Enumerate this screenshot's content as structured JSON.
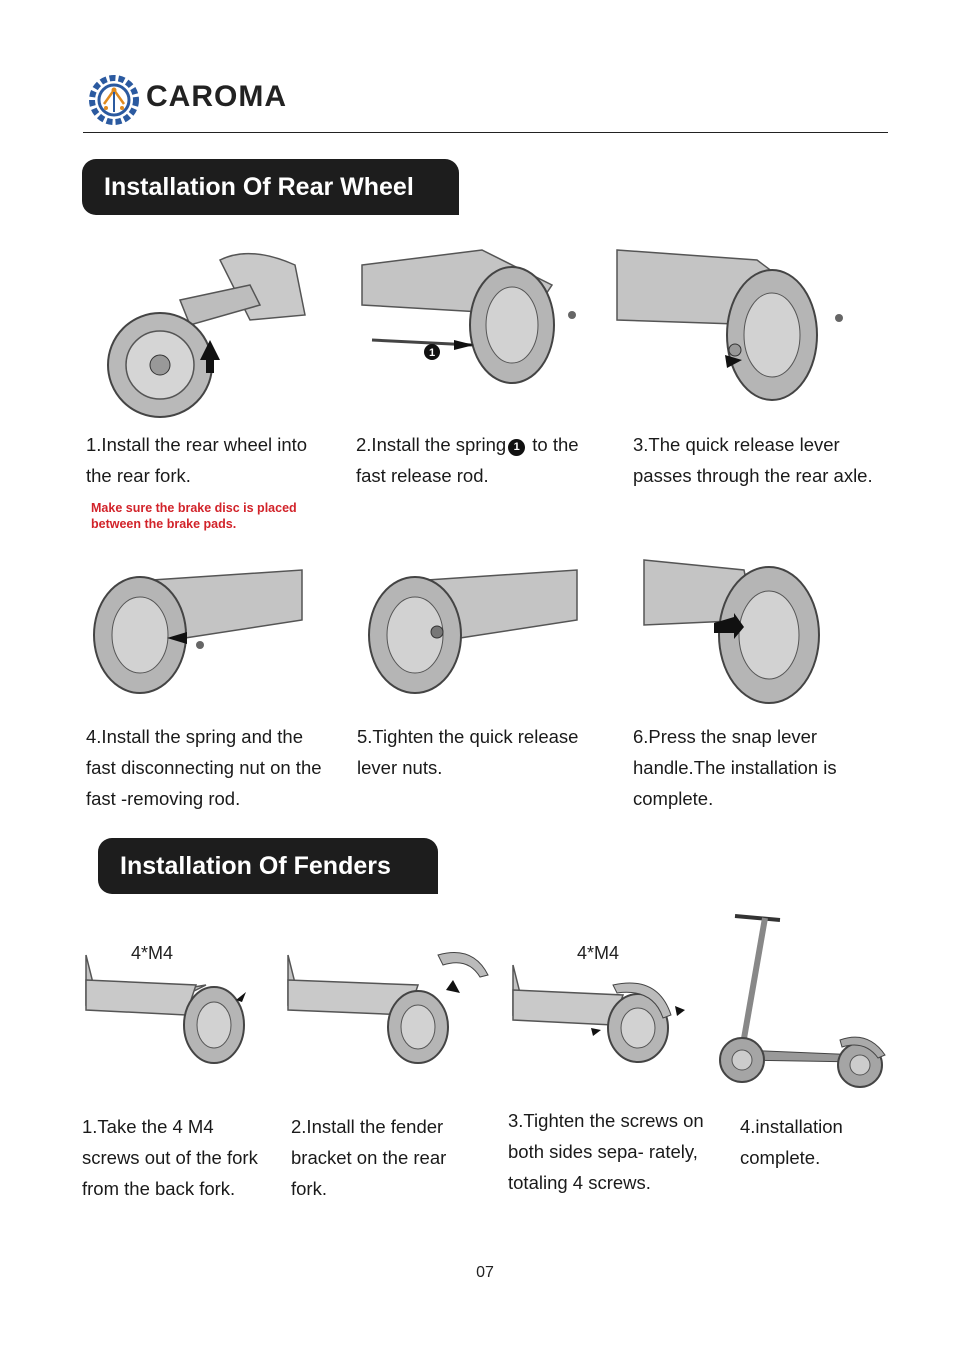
{
  "header": {
    "brand": "CAROMA",
    "logo_icon": "gear-circuit-logo-icon"
  },
  "rear_wheel": {
    "title": "Installation Of Rear Wheel",
    "steps": [
      {
        "text": "1.Install the rear wheel into the rear fork."
      },
      {
        "text_a": "2.Install the spring",
        "badge": "1",
        "text_b": " to the fast release rod."
      },
      {
        "text": "3.The quick release lever passes through the rear axle."
      },
      {
        "text": "4.Install the spring and the fast disconnecting nut on the fast -removing rod."
      },
      {
        "text": "5.Tighten the quick release lever nuts."
      },
      {
        "text": "6.Press the snap lever handle.The installation is complete."
      }
    ],
    "note": "Make sure the brake disc is placed between the brake pads.",
    "callout_badge": "1"
  },
  "fenders": {
    "title": "Installation Of Fenders",
    "label_a": "4*M4",
    "label_b": "4*M4",
    "steps": [
      {
        "text": "1.Take the 4 M4 screws out of the fork from the back fork."
      },
      {
        "text": "2.Install the fender bracket on the rear fork."
      },
      {
        "text": "3.Tighten the screws on both sides sepa- rately, totaling 4 screws."
      },
      {
        "text": "4.installation complete."
      }
    ]
  },
  "page_number": "07",
  "colors": {
    "banner": "#1d1d1d",
    "note": "#d2232a",
    "rule": "#222222"
  }
}
